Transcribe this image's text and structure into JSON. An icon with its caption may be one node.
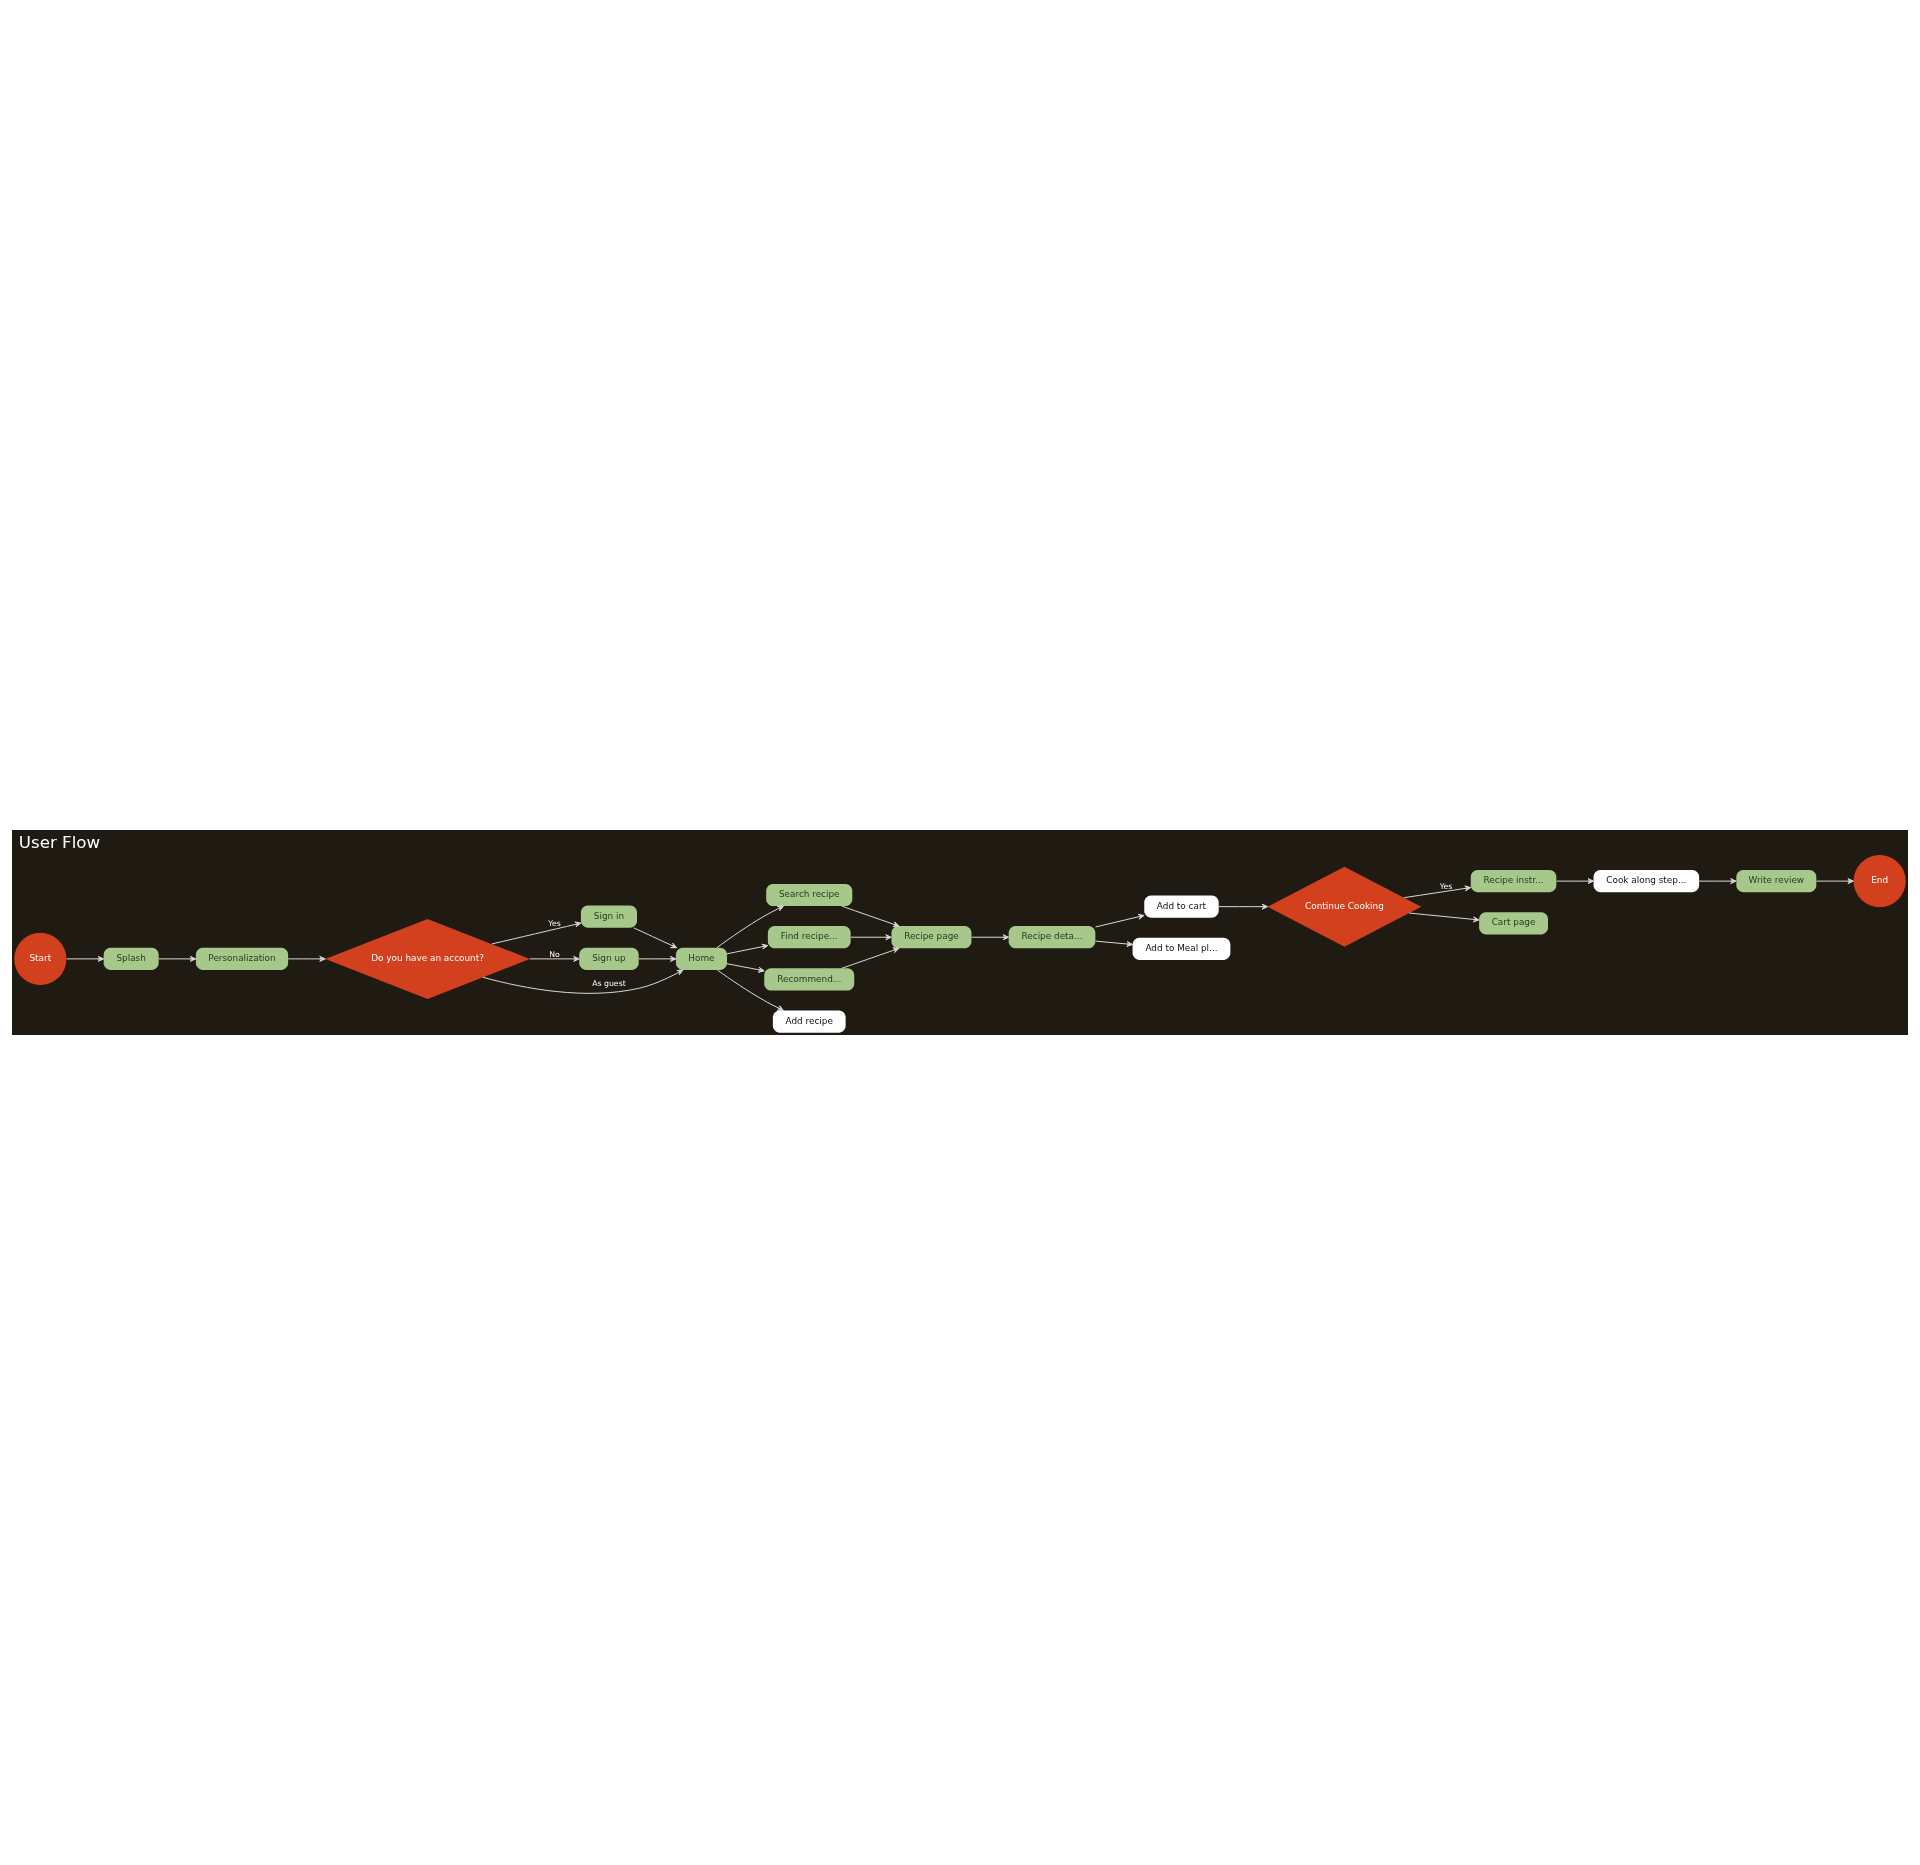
{
  "diagram": {
    "title": "User Flow",
    "nodes": [
      {
        "text": [
          "Start"
        ]
      },
      {
        "text": [
          "Splash"
        ]
      },
      {
        "text": [
          "Personalization"
        ]
      },
      {
        "text": [
          "Do you have an account?"
        ]
      },
      {
        "text": [
          "Sign in"
        ]
      },
      {
        "text": [
          "Sign up"
        ]
      },
      {
        "text": [
          "Search recipe"
        ]
      },
      {
        "text": [
          "Find recipe..."
        ]
      },
      {
        "text": [
          "Home"
        ]
      },
      {
        "text": [
          "Recipe page"
        ]
      },
      {
        "text": [
          "Recommend..."
        ]
      },
      {
        "text": [
          "Add recipe"
        ]
      },
      {
        "text": [
          "Recipe deta..."
        ]
      },
      {
        "text": [
          "Add to cart"
        ]
      },
      {
        "text": [
          "Continue Cooking"
        ]
      },
      {
        "text": [
          "Recipe instr..."
        ]
      },
      {
        "text": [
          "Cook along step..."
        ]
      },
      {
        "text": [
          "Add to Meal pl..."
        ]
      },
      {
        "text": [
          "Write review"
        ]
      },
      {
        "text": [
          "Cart page"
        ]
      },
      {
        "text": [
          "End"
        ]
      }
    ],
    "edges": [
      {
        "from": 0,
        "to": 1,
        "arrow": "to"
      },
      {
        "from": 1,
        "to": 2,
        "arrow": "to"
      },
      {
        "from": 2,
        "to": 3,
        "arrow": "to"
      },
      {
        "from": 3,
        "to": 4,
        "arrow": "to",
        "label": "Yes"
      },
      {
        "from": 3,
        "to": 8,
        "arrow": "to",
        "label": "As guest"
      },
      {
        "from": 3,
        "to": 5,
        "arrow": "to",
        "label": "No"
      },
      {
        "from": 4,
        "to": 8,
        "arrow": "to"
      },
      {
        "from": 5,
        "to": 8,
        "arrow": "to"
      },
      {
        "from": 8,
        "to": 6,
        "arrow": "to"
      },
      {
        "from": 8,
        "to": 7,
        "arrow": "to"
      },
      {
        "from": 8,
        "to": 10,
        "arrow": "to"
      },
      {
        "from": 8,
        "to": 11,
        "arrow": "to"
      },
      {
        "from": 6,
        "to": 9,
        "arrow": "to"
      },
      {
        "from": 7,
        "to": 9,
        "arrow": "to"
      },
      {
        "from": 10,
        "to": 9,
        "arrow": "to"
      },
      {
        "from": 9,
        "to": 12,
        "arrow": "to"
      },
      {
        "from": 12,
        "to": 13,
        "arrow": "to"
      },
      {
        "from": 12,
        "to": 17,
        "arrow": "to"
      },
      {
        "from": 13,
        "to": 14,
        "arrow": "to"
      },
      {
        "from": 14,
        "to": 15,
        "arrow": "to",
        "label": "Yes"
      },
      {
        "from": 14,
        "to": 19,
        "arrow": "to"
      },
      {
        "from": 15,
        "to": 16,
        "arrow": "to"
      },
      {
        "from": 16,
        "to": 18,
        "arrow": "to"
      },
      {
        "from": 18,
        "to": 20,
        "arrow": "to"
      }
    ]
  }
}
